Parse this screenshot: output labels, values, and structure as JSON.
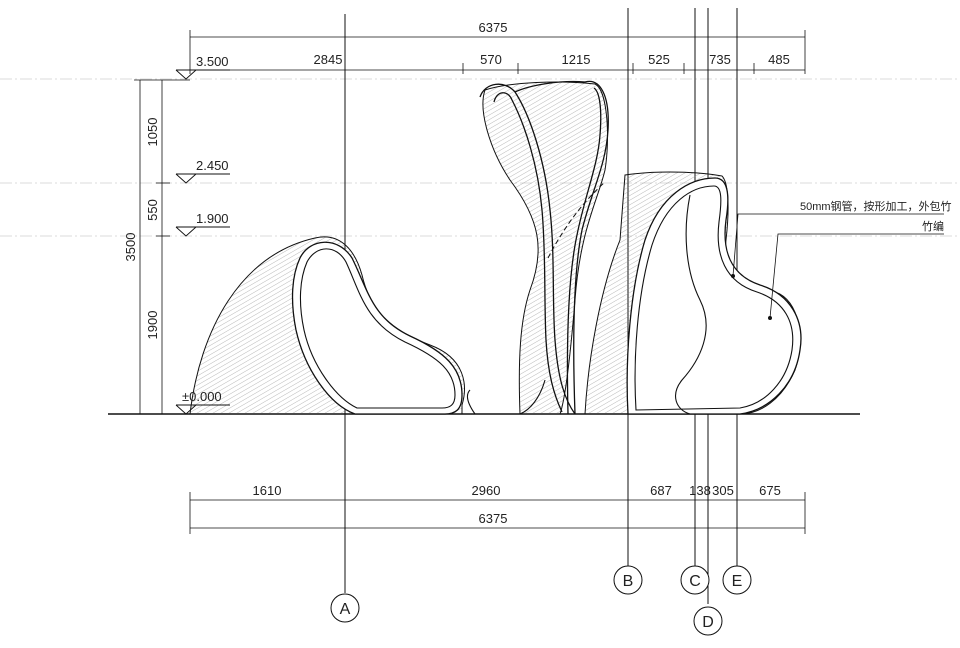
{
  "dimensions": {
    "top_overall": "6375",
    "top_segments": [
      "2845",
      "570",
      "1215",
      "525",
      "735",
      "485"
    ],
    "bottom_segments": [
      "1610",
      "2960",
      "687",
      "138",
      "305",
      "675"
    ],
    "bottom_overall": "6375",
    "left_segments": [
      "1050",
      "550",
      "1900"
    ],
    "left_overall": "3500"
  },
  "levels": [
    "3.500",
    "2.450",
    "1.900",
    "±0.000"
  ],
  "axes": [
    "A",
    "B",
    "C",
    "D",
    "E"
  ],
  "annotation": {
    "line1": "50mm钢管，按形加工，外包竹",
    "line2": "竹编"
  },
  "colors": {
    "line": "#111111",
    "hatch": "#555555",
    "guide": "#bdbdbd"
  }
}
